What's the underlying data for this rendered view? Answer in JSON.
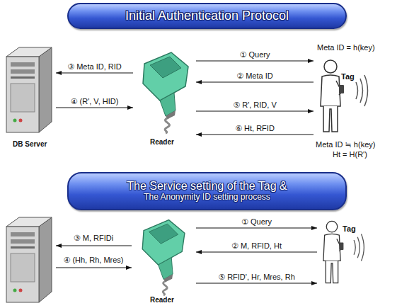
{
  "diagram": {
    "nodes": [
      {
        "text": [
          "Initial Authentication Protocol"
        ]
      },
      {
        "text": [
          "DB Server"
        ]
      },
      {
        "text": [
          "Reader"
        ]
      },
      {
        "text": [
          "Tag"
        ]
      },
      {
        "text": [
          "The Service setting of the Tag &",
          "The Anonymity ID setting process"
        ]
      },
      {
        "text": [
          "Reader"
        ]
      },
      {
        "text": [
          "Tag"
        ]
      }
    ],
    "edges": [
      {
        "from": 2,
        "to": 3,
        "arrow": "to",
        "label": "① Query"
      },
      {
        "from": 3,
        "to": 2,
        "arrow": "to",
        "label": "② Meta ID"
      },
      {
        "from": 2,
        "to": 1,
        "arrow": "to",
        "label": "③ Meta ID, RID"
      },
      {
        "from": 1,
        "to": 2,
        "arrow": "to",
        "label": "④ (R', V, HID)"
      },
      {
        "from": 2,
        "to": 3,
        "arrow": "to",
        "label": "⑤ R', RID, V"
      },
      {
        "from": 3,
        "to": 2,
        "arrow": "to",
        "label": "⑥ Ht, RFID"
      },
      {
        "from": 5,
        "to": 6,
        "arrow": "to",
        "label": "① Query"
      },
      {
        "from": 6,
        "to": 5,
        "arrow": "to",
        "label": "② M, RFID, Ht"
      },
      {
        "from": 5,
        "to": 6,
        "arrow": "to",
        "label": "⑤ RFID', Hr, Mres, Rh"
      }
    ],
    "labels": [
      "Meta ID = h(key)",
      "Meta ID ≒ h(key)",
      "Ht = H(R')",
      "③ M, RFIDi",
      "④ (Hh, Rh, Mres)"
    ]
  }
}
